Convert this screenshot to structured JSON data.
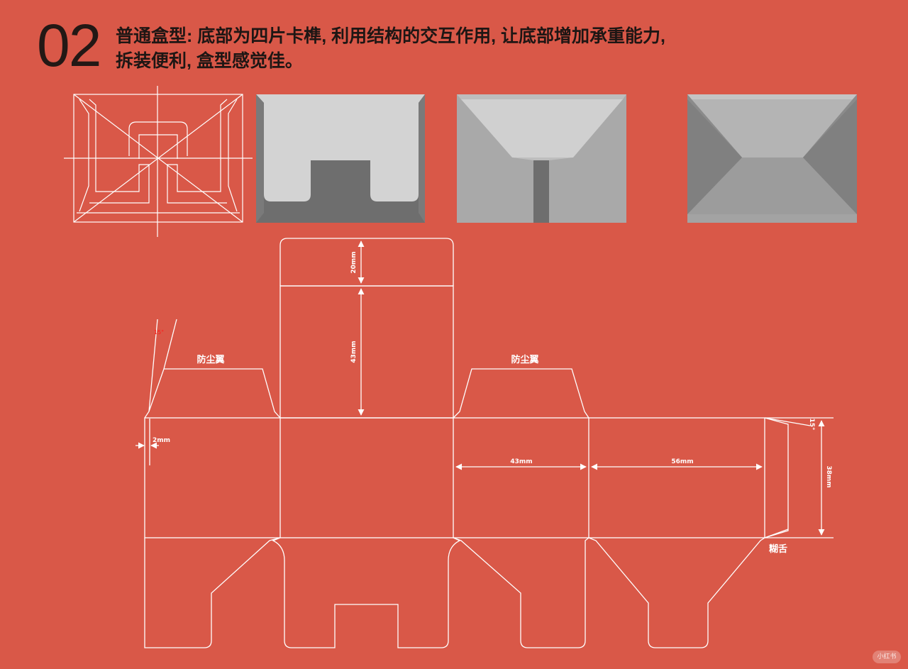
{
  "header": {
    "number": "02",
    "line1": "普通盒型: 底部为四片卡榫, 利用结构的交互作用, 让底部增加承重能力,",
    "line2": "拆装便利, 盒型感觉佳。"
  },
  "dieline": {
    "dust_flap_left": "防尘翼",
    "dust_flap_right": "防尘翼",
    "glue_tab": "糊舌",
    "dim_top_tab": "20mm",
    "dim_panel_height": "43mm",
    "dim_side_width": "43mm",
    "dim_front_width": "56mm",
    "dim_body_height": "38mm",
    "dim_offset": "2mm",
    "angle_left": "15°",
    "angle_right": "15°"
  },
  "watermark": "小红书",
  "colors": {
    "background": "#d95848",
    "line": "#ffffff",
    "title": "#1e1614",
    "step1_light": "#d3d3d3",
    "step1_dark": "#6e6e6e",
    "step2": "#a9a9a9",
    "step3": "#9a9a9a"
  }
}
